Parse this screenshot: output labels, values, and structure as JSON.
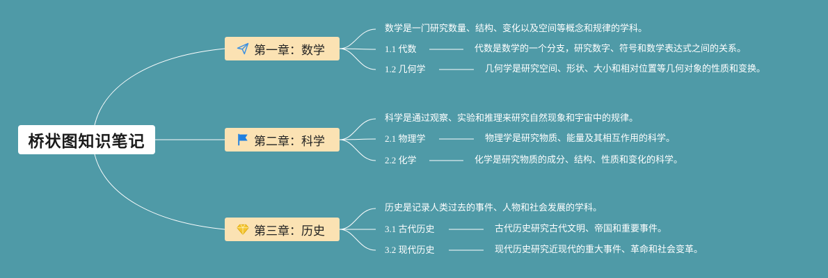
{
  "root": {
    "title": "桥状图知识笔记"
  },
  "chapters": [
    {
      "title": "第一章：数学",
      "icon": "paper-plane-icon",
      "intro": "数学是一门研究数量、结构、变化以及空间等概念和规律的学科。",
      "subs": [
        {
          "label": "1.1 代数",
          "desc": "代数是数学的一个分支，研究数字、符号和数学表达式之间的关系。"
        },
        {
          "label": "1.2 几何学",
          "desc": "几何学是研究空间、形状、大小和相对位置等几何对象的性质和变换。"
        }
      ]
    },
    {
      "title": "第二章：科学",
      "icon": "flag-icon",
      "intro": "科学是通过观察、实验和推理来研究自然现象和宇宙中的规律。",
      "subs": [
        {
          "label": "2.1 物理学",
          "desc": "物理学是研究物质、能量及其相互作用的科学。"
        },
        {
          "label": "2.2 化学",
          "desc": "化学是研究物质的成分、结构、性质和变化的科学。"
        }
      ]
    },
    {
      "title": "第三章：历史",
      "icon": "diamond-icon",
      "intro": "历史是记录人类过去的事件、人物和社会发展的学科。",
      "subs": [
        {
          "label": "3.1 古代历史",
          "desc": "古代历史研究古代文明、帝国和重要事件。"
        },
        {
          "label": "3.2 现代历史",
          "desc": "现代历史研究近现代的重大事件、革命和社会变革。"
        }
      ]
    }
  ],
  "colors": {
    "background": "#4f9aa7",
    "line": "#ffffff",
    "chapter_fill": "#fbe2b3",
    "plane_icon": "#3b8fe0",
    "flag_icon": "#1e7fe0",
    "diamond_icon": "#f4c430"
  }
}
